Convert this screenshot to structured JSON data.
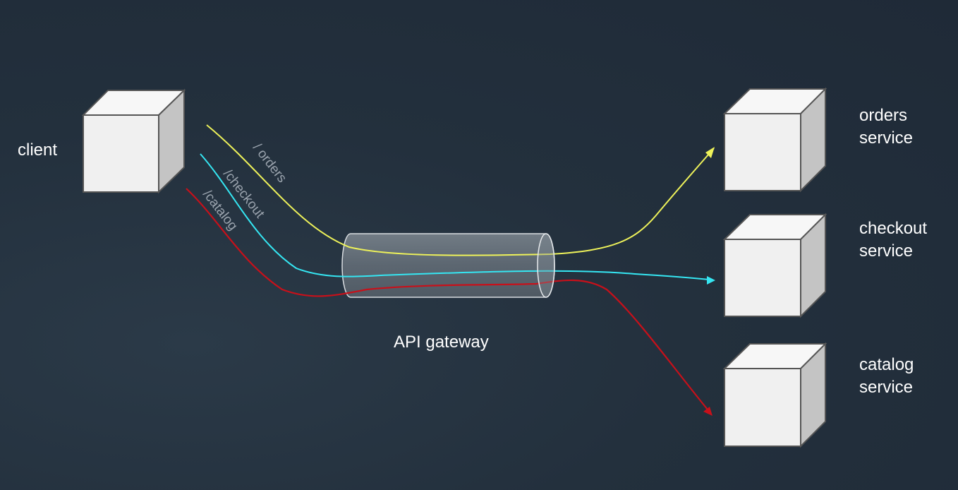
{
  "client": {
    "label": "client"
  },
  "gateway": {
    "label": "API gateway"
  },
  "services": [
    {
      "line1": "orders",
      "line2": "service"
    },
    {
      "line1": "checkout",
      "line2": "service"
    },
    {
      "line1": "catalog",
      "line2": "service"
    }
  ],
  "routes": [
    {
      "path": "/ orders",
      "color": "#eef25a"
    },
    {
      "path": "/checkout",
      "color": "#35e6f2"
    },
    {
      "path": "/catalog",
      "color": "#c8101a"
    }
  ],
  "colors": {
    "cube_front": "#f0f0f0",
    "cube_top": "#f7f7f7",
    "cube_side": "#c4c4c4",
    "cube_edge": "#555555",
    "text": "#ffffff",
    "route_label": "#9aa3ad"
  }
}
